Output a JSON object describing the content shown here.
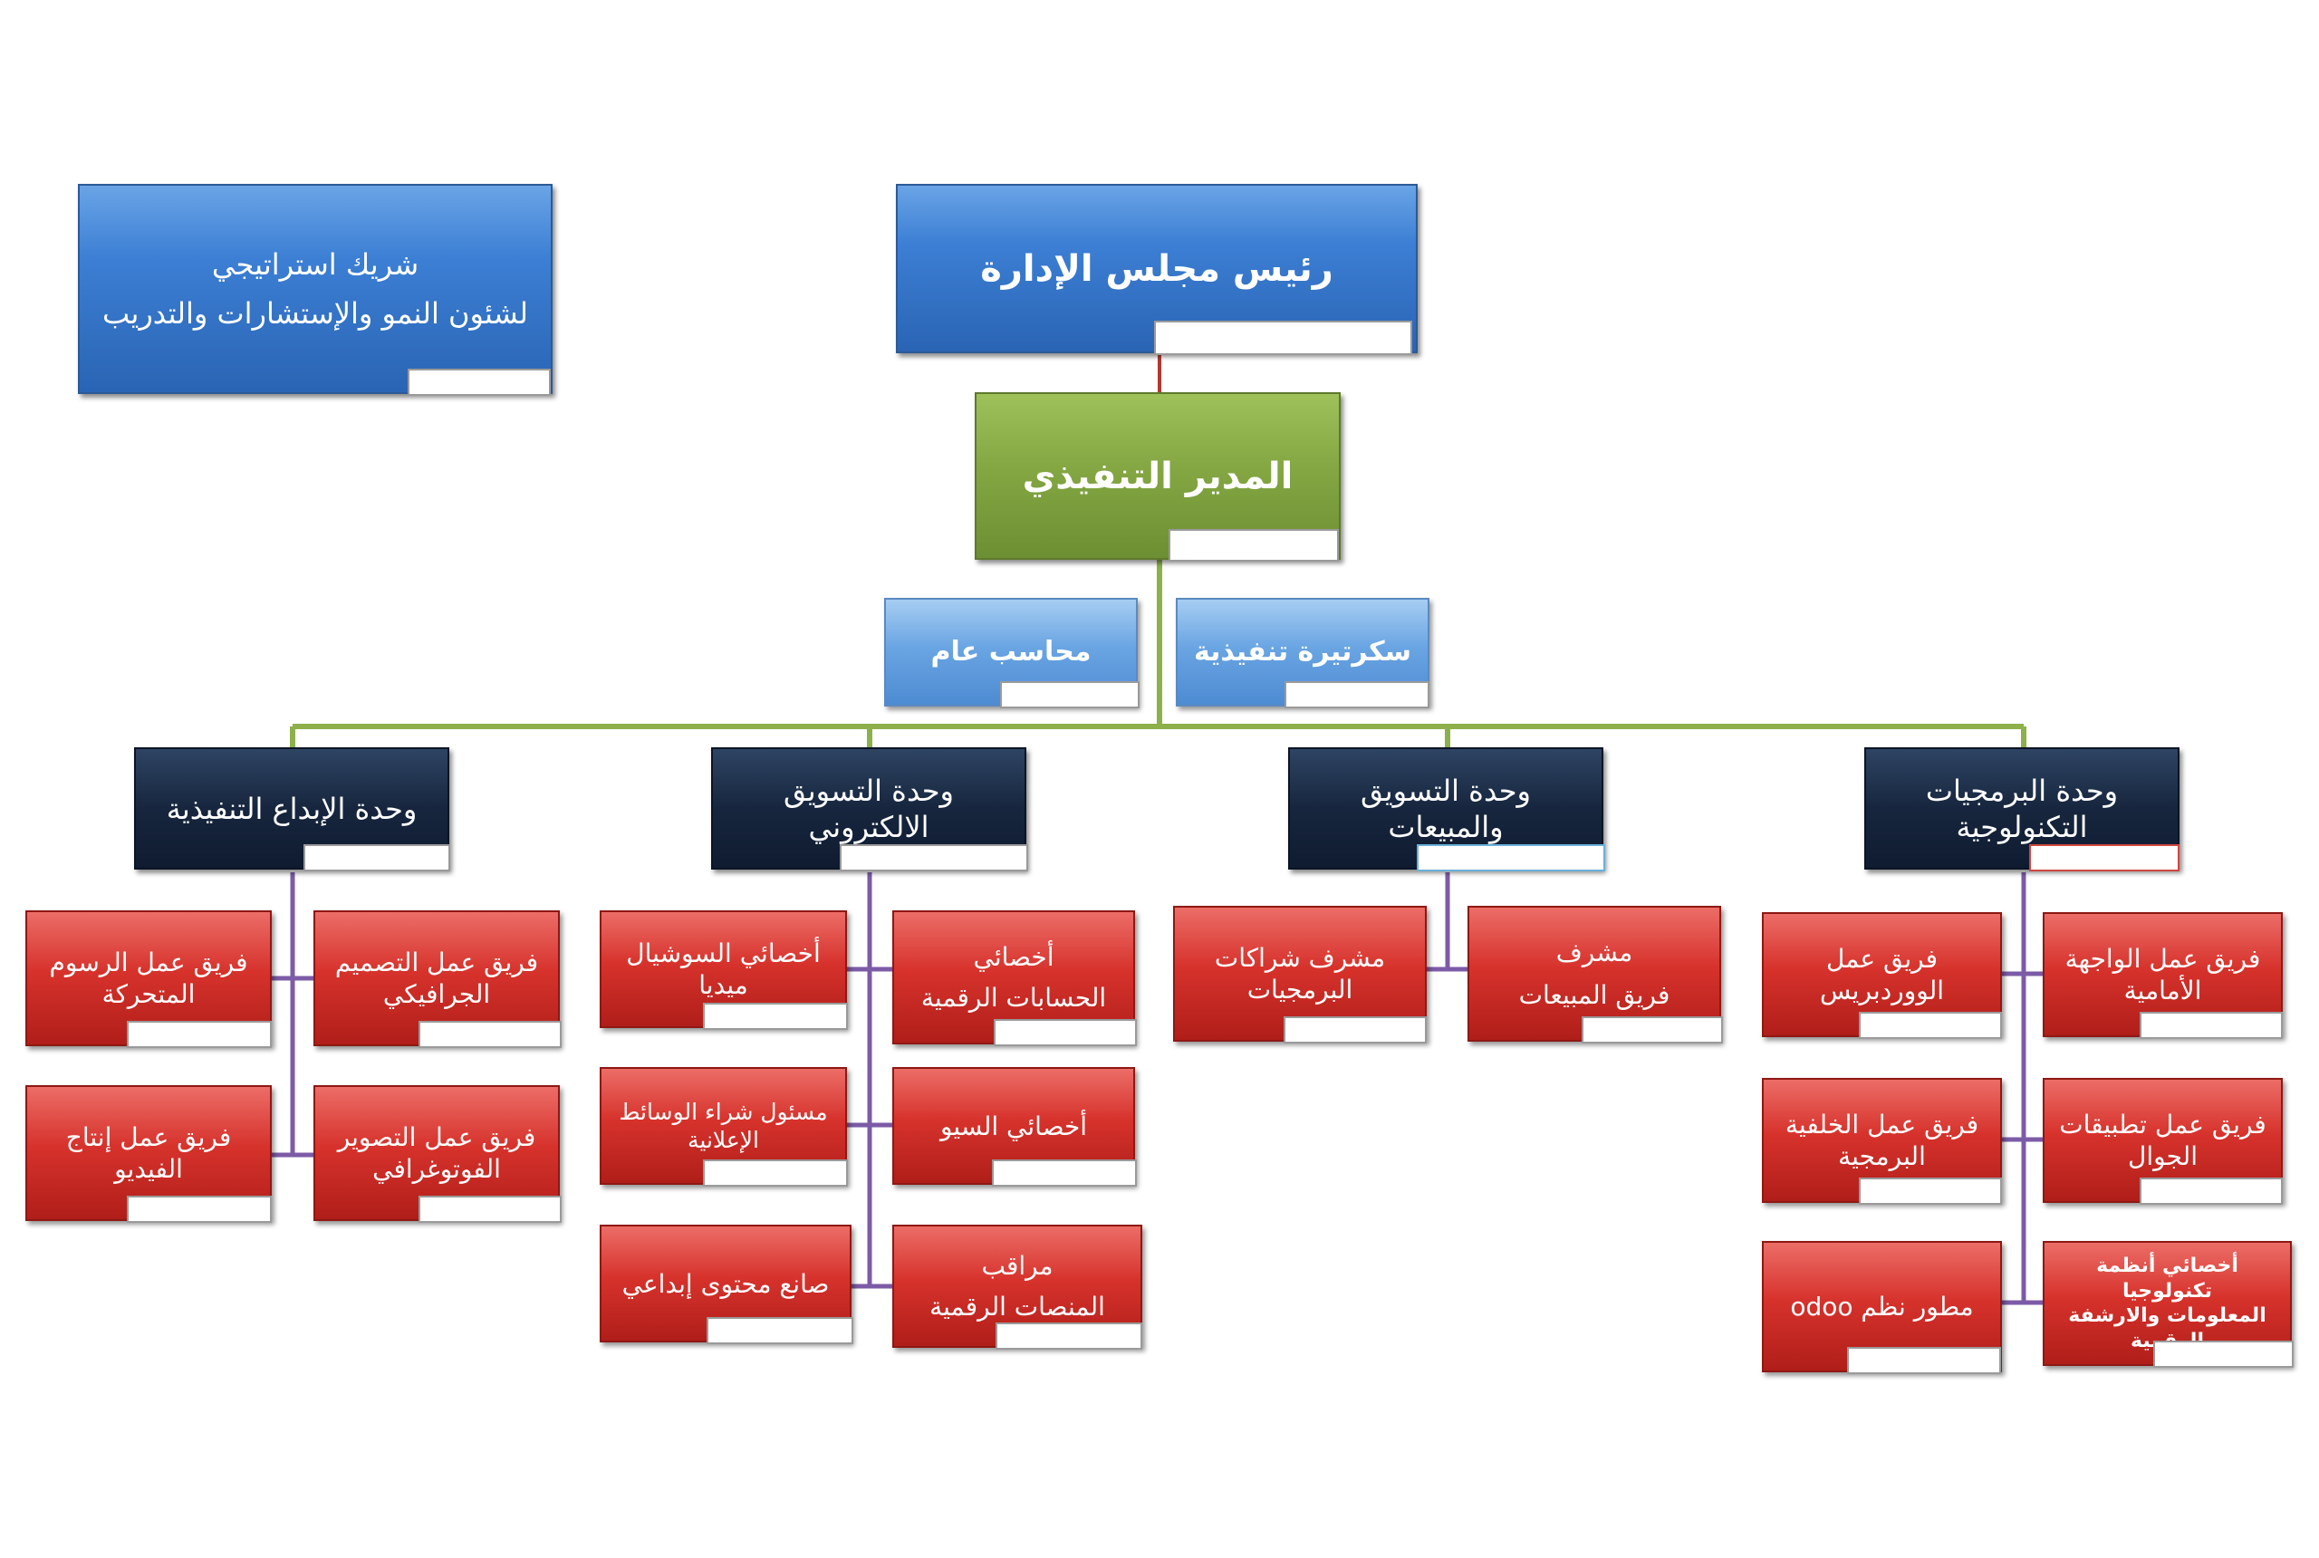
{
  "colors": {
    "connector_top": "#b5392f",
    "connector_green": "#8db04a",
    "connector_purple": "#7c5ba6"
  },
  "boxes": {
    "chairman": "رئيس مجلس الإدارة",
    "partner_line1": "شريك استراتيجي",
    "partner_line2": "لشئون النمو والإستشارات والتدريب",
    "ceo": "المدير التنفيذي",
    "accountant": "محاسب عام",
    "secretary": "سكرتيرة تنفيذية",
    "unit_creative": "وحدة الإبداع التنفيذية",
    "unit_emarketing_line1": "وحدة التسويق",
    "unit_emarketing_line2": "الالكتروني",
    "unit_sales_line1": "وحدة التسويق",
    "unit_sales_line2": "والمبيعات",
    "unit_software_line1": "وحدة البرمجيات",
    "unit_software_line2": "التكنولوجية",
    "motion_line1": "فريق عمل الرسوم",
    "motion_line2": "المتحركة",
    "graphic_line1": "فريق عمل التصميم",
    "graphic_line2": "الجرافيكي",
    "video_line1": "فريق عمل إنتاج",
    "video_line2": "الفيديو",
    "photo_line1": "فريق عمل التصوير",
    "photo_line2": "الفوتوغرافي",
    "social_line1": "أخصائي السوشيال",
    "social_line2": "ميديا",
    "accounts_line1": "أخصائي",
    "accounts_line2": "الحسابات الرقمية",
    "media_buy_line1": "مسئول شراء الوسائط",
    "media_buy_line2": "الإعلانية",
    "seo": "أخصائي السيو",
    "content": "صانع محتوى إبداعي",
    "monitor_line1": "مراقب",
    "monitor_line2": "المنصات الرقمية",
    "soft_partners_line1": "مشرف شراكات",
    "soft_partners_line2": "البرمجيات",
    "sales_sup_line1": "مشرف",
    "sales_sup_line2": "فريق المبيعات",
    "wordpress_line1": "فريق عمل",
    "wordpress_line2": "الووردبريس",
    "frontend_line1": "فريق عمل الواجهة",
    "frontend_line2": "الأمامية",
    "backend_line1": "فريق عمل الخلفية",
    "backend_line2": "البرمجية",
    "mobile_line1": "فريق عمل تطبيقات",
    "mobile_line2": "الجوال",
    "odoo": "مطور نظم odoo",
    "it_line1": "أخصائي أنظمة تكنولوجيا",
    "it_line2": "المعلومات والارشفة الرقمية"
  }
}
